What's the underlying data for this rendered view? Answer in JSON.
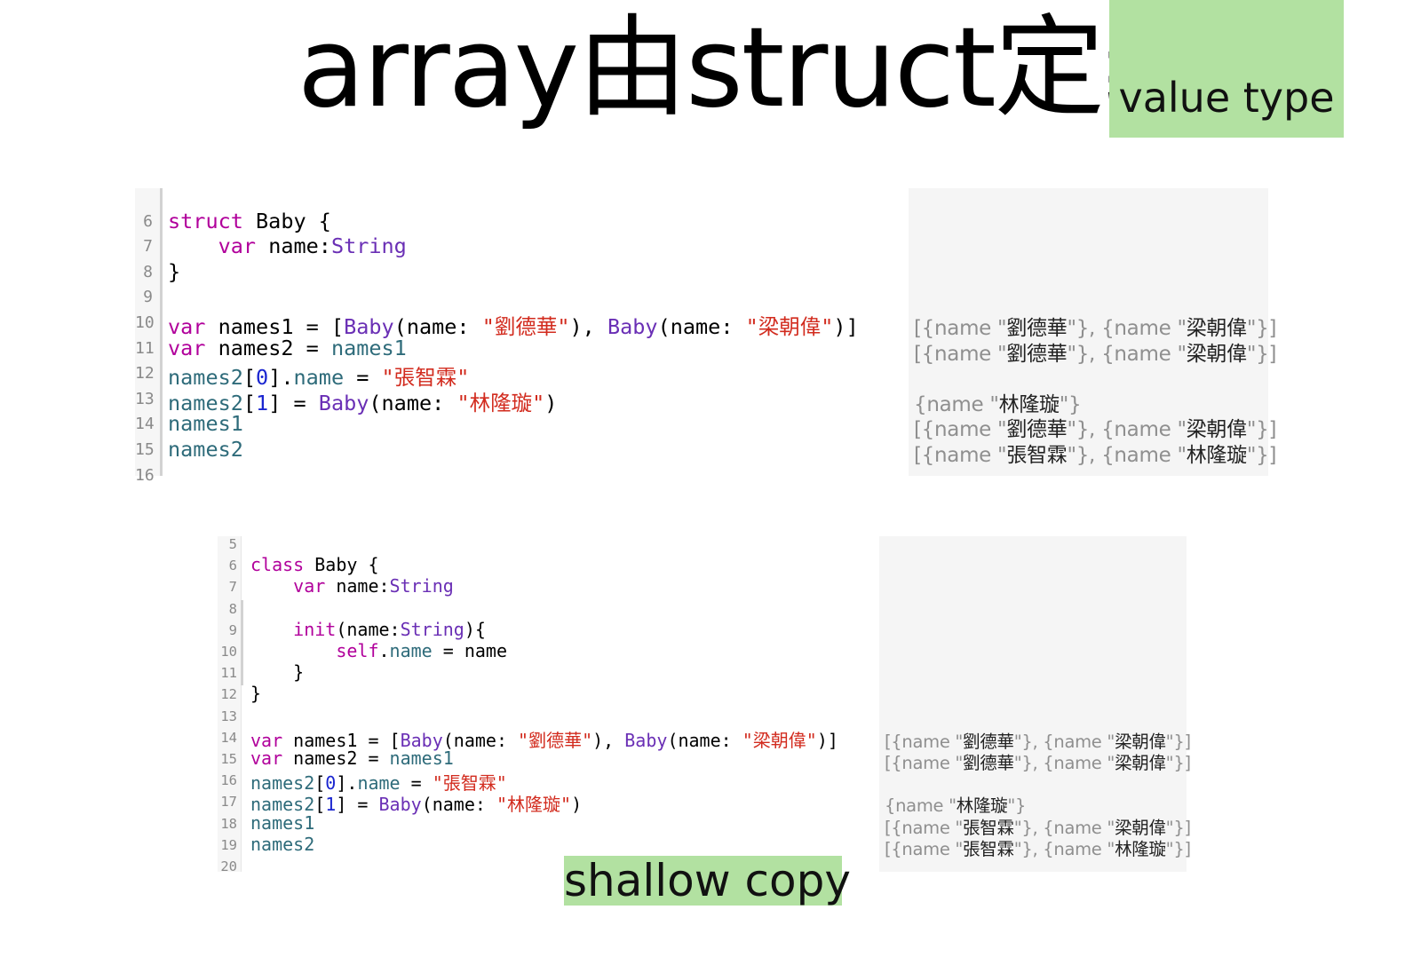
{
  "slide": {
    "title": "array由struct定義",
    "value_type_tag": "value type",
    "shallow_copy_tag": "shallow copy"
  },
  "colors": {
    "tag_background": "#b2e1a1",
    "keyword": "#b1009b",
    "type": "#6a2fb5",
    "variable": "#2e6b7a",
    "string": "#d22b1e",
    "number": "#1a25d0",
    "result_gray": "#8f8f8f"
  },
  "struct_playground": {
    "lines": [
      {
        "n": "",
        "code": []
      },
      {
        "n": "6",
        "code": [
          [
            "kw",
            "struct"
          ],
          [
            "pl",
            " Baby {"
          ]
        ]
      },
      {
        "n": "7",
        "code": [
          [
            "pl",
            "    "
          ],
          [
            "kw",
            "var"
          ],
          [
            "pl",
            " name:"
          ],
          [
            "ty",
            "String"
          ]
        ]
      },
      {
        "n": "8",
        "code": [
          [
            "pl",
            "}"
          ]
        ]
      },
      {
        "n": "9",
        "code": []
      },
      {
        "n": "10",
        "code": [
          [
            "kw",
            "var"
          ],
          [
            "pl",
            " names1 = ["
          ],
          [
            "ty",
            "Baby"
          ],
          [
            "pl",
            "(name: "
          ],
          [
            "st",
            "\"劉德華\""
          ],
          [
            "pl",
            "), "
          ],
          [
            "ty",
            "Baby"
          ],
          [
            "pl",
            "(name: "
          ],
          [
            "st",
            "\"梁朝偉\""
          ],
          [
            "pl",
            ")]"
          ]
        ]
      },
      {
        "n": "11",
        "code": [
          [
            "kw",
            "var"
          ],
          [
            "pl",
            " names2 = "
          ],
          [
            "vr",
            "names1"
          ]
        ]
      },
      {
        "n": "12",
        "code": [
          [
            "vr",
            "names2"
          ],
          [
            "pl",
            "["
          ],
          [
            "nm",
            "0"
          ],
          [
            "pl",
            "]."
          ],
          [
            "vr",
            "name"
          ],
          [
            "pl",
            " = "
          ],
          [
            "st",
            "\"張智霖\""
          ]
        ]
      },
      {
        "n": "13",
        "code": [
          [
            "vr",
            "names2"
          ],
          [
            "pl",
            "["
          ],
          [
            "nm",
            "1"
          ],
          [
            "pl",
            "] = "
          ],
          [
            "ty",
            "Baby"
          ],
          [
            "pl",
            "(name: "
          ],
          [
            "st",
            "\"林隆璇\""
          ],
          [
            "pl",
            ")"
          ]
        ]
      },
      {
        "n": "14",
        "code": [
          [
            "vr",
            "names1"
          ]
        ]
      },
      {
        "n": "15",
        "code": [
          [
            "vr",
            "names2"
          ]
        ]
      },
      {
        "n": "16",
        "code": []
      }
    ],
    "results": [
      {
        "line": 5,
        "text": [
          [
            "g",
            "[{name \""
          ],
          [
            "z",
            "劉德華"
          ],
          [
            "g",
            "\"}, {name \""
          ],
          [
            "z",
            "梁朝偉"
          ],
          [
            "g",
            "\"}]"
          ]
        ]
      },
      {
        "line": 6,
        "text": [
          [
            "g",
            "[{name \""
          ],
          [
            "z",
            "劉德華"
          ],
          [
            "g",
            "\"}, {name \""
          ],
          [
            "z",
            "梁朝偉"
          ],
          [
            "g",
            "\"}]"
          ]
        ]
      },
      {
        "line": 8,
        "text": [
          [
            "g",
            "{name \""
          ],
          [
            "z",
            "林隆璇"
          ],
          [
            "g",
            "\"}"
          ]
        ]
      },
      {
        "line": 9,
        "text": [
          [
            "g",
            "[{name \""
          ],
          [
            "z",
            "劉德華"
          ],
          [
            "g",
            "\"}, {name \""
          ],
          [
            "z",
            "梁朝偉"
          ],
          [
            "g",
            "\"}]"
          ]
        ]
      },
      {
        "line": 10,
        "text": [
          [
            "g",
            "[{name \""
          ],
          [
            "z",
            "張智霖"
          ],
          [
            "g",
            "\"}, {name \""
          ],
          [
            "z",
            "林隆璇"
          ],
          [
            "g",
            "\"}]"
          ]
        ]
      }
    ]
  },
  "class_playground": {
    "lines": [
      {
        "n": "5",
        "code": []
      },
      {
        "n": "6",
        "code": [
          [
            "kw",
            "class"
          ],
          [
            "pl",
            " Baby {"
          ]
        ]
      },
      {
        "n": "7",
        "code": [
          [
            "pl",
            "    "
          ],
          [
            "kw",
            "var"
          ],
          [
            "pl",
            " name:"
          ],
          [
            "ty",
            "String"
          ]
        ]
      },
      {
        "n": "8",
        "code": []
      },
      {
        "n": "9",
        "code": [
          [
            "pl",
            "    "
          ],
          [
            "kw",
            "init"
          ],
          [
            "pl",
            "(name:"
          ],
          [
            "ty",
            "String"
          ],
          [
            "pl",
            "){"
          ]
        ]
      },
      {
        "n": "10",
        "code": [
          [
            "pl",
            "        "
          ],
          [
            "kw",
            "self"
          ],
          [
            "pl",
            "."
          ],
          [
            "vr",
            "name"
          ],
          [
            "pl",
            " = name"
          ]
        ]
      },
      {
        "n": "11",
        "code": [
          [
            "pl",
            "    }"
          ]
        ]
      },
      {
        "n": "12",
        "code": [
          [
            "pl",
            "}"
          ]
        ]
      },
      {
        "n": "13",
        "code": []
      },
      {
        "n": "14",
        "code": [
          [
            "kw",
            "var"
          ],
          [
            "pl",
            " names1 = ["
          ],
          [
            "ty",
            "Baby"
          ],
          [
            "pl",
            "(name: "
          ],
          [
            "st",
            "\"劉德華\""
          ],
          [
            "pl",
            "), "
          ],
          [
            "ty",
            "Baby"
          ],
          [
            "pl",
            "(name: "
          ],
          [
            "st",
            "\"梁朝偉\""
          ],
          [
            "pl",
            ")]"
          ]
        ]
      },
      {
        "n": "15",
        "code": [
          [
            "kw",
            "var"
          ],
          [
            "pl",
            " names2 = "
          ],
          [
            "vr",
            "names1"
          ]
        ]
      },
      {
        "n": "16",
        "code": [
          [
            "vr",
            "names2"
          ],
          [
            "pl",
            "["
          ],
          [
            "nm",
            "0"
          ],
          [
            "pl",
            "]."
          ],
          [
            "vr",
            "name"
          ],
          [
            "pl",
            " = "
          ],
          [
            "st",
            "\"張智霖\""
          ]
        ]
      },
      {
        "n": "17",
        "code": [
          [
            "vr",
            "names2"
          ],
          [
            "pl",
            "["
          ],
          [
            "nm",
            "1"
          ],
          [
            "pl",
            "] = "
          ],
          [
            "ty",
            "Baby"
          ],
          [
            "pl",
            "(name: "
          ],
          [
            "st",
            "\"林隆璇\""
          ],
          [
            "pl",
            ")"
          ]
        ]
      },
      {
        "n": "18",
        "code": [
          [
            "vr",
            "names1"
          ]
        ]
      },
      {
        "n": "19",
        "code": [
          [
            "vr",
            "names2"
          ]
        ]
      },
      {
        "n": "20",
        "code": []
      }
    ],
    "results": [
      {
        "line": 9,
        "text": [
          [
            "g",
            "[{name \""
          ],
          [
            "z",
            "劉德華"
          ],
          [
            "g",
            "\"}, {name \""
          ],
          [
            "z",
            "梁朝偉"
          ],
          [
            "g",
            "\"}]"
          ]
        ]
      },
      {
        "line": 10,
        "text": [
          [
            "g",
            "[{name \""
          ],
          [
            "z",
            "劉德華"
          ],
          [
            "g",
            "\"}, {name \""
          ],
          [
            "z",
            "梁朝偉"
          ],
          [
            "g",
            "\"}]"
          ]
        ]
      },
      {
        "line": 12,
        "text": [
          [
            "g",
            "{name \""
          ],
          [
            "z",
            "林隆璇"
          ],
          [
            "g",
            "\"}"
          ]
        ]
      },
      {
        "line": 13,
        "text": [
          [
            "g",
            "[{name \""
          ],
          [
            "z",
            "張智霖"
          ],
          [
            "g",
            "\"}, {name \""
          ],
          [
            "z",
            "梁朝偉"
          ],
          [
            "g",
            "\"}]"
          ]
        ]
      },
      {
        "line": 14,
        "text": [
          [
            "g",
            "[{name \""
          ],
          [
            "z",
            "張智霖"
          ],
          [
            "g",
            "\"}, {name \""
          ],
          [
            "z",
            "林隆璇"
          ],
          [
            "g",
            "\"}]"
          ]
        ]
      }
    ]
  }
}
